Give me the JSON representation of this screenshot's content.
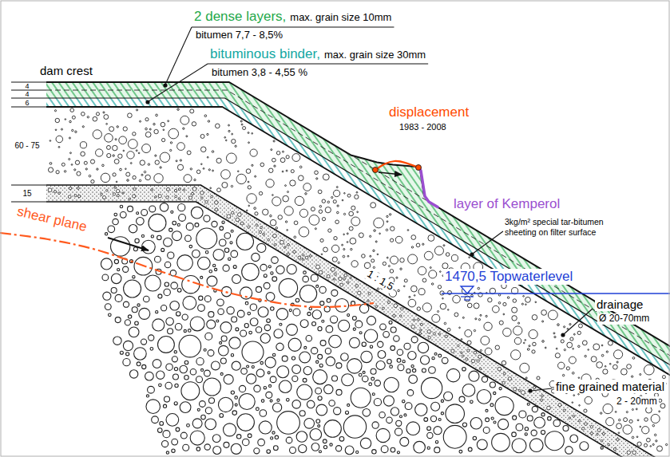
{
  "diagram": {
    "labels": [
      "dam crest",
      "2 dense layers,",
      "max. grain size 10mm",
      "bitumen 7,7 - 8,5%",
      "bituminous binder,",
      "max. grain size 30mm",
      "bitumen 3,8 - 4,55 %",
      "4",
      "4",
      "6",
      "60 - 75",
      "15",
      "displacement",
      "1983 - 2008",
      "layer of Kemperol",
      "3kg/m² special tar-bitumen sheeting on filter surface",
      "1470,5 Topwaterlevel",
      "drainage",
      "Ø 20-70mm",
      "shear plane",
      "1 : 1,5",
      "fine grained material",
      "2 - 20mm"
    ]
  }
}
